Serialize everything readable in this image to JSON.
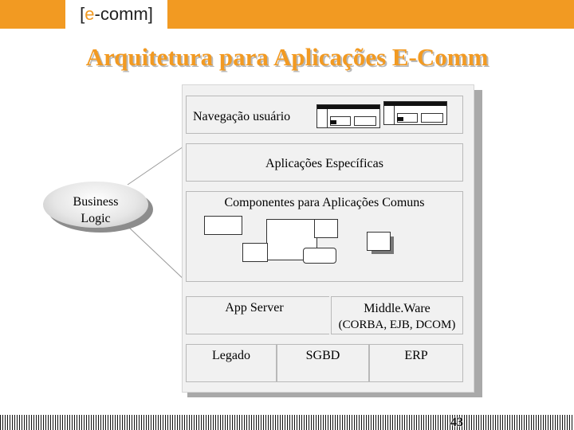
{
  "header": {
    "logo": {
      "open": "[",
      "e": "e",
      "rest": "-comm",
      "close": "]"
    },
    "accent_color": "#f29a22"
  },
  "title": "Arquitetura para Aplicações E-Comm",
  "diagram": {
    "navigation_label": "Navegação usuário",
    "specific_apps_label": "Aplicações Específicas",
    "common_components_label": "Componentes para Aplicações Comuns",
    "app_server_label": "App Server",
    "middleware_label": "Middle.Ware",
    "middleware_detail": "(CORBA, EJB, DCOM)",
    "legacy_label": "Legado",
    "dbms_label": "SGBD",
    "erp_label": "ERP",
    "business_logic_line1": "Business",
    "business_logic_line2": "Logic"
  },
  "page_number": "43"
}
